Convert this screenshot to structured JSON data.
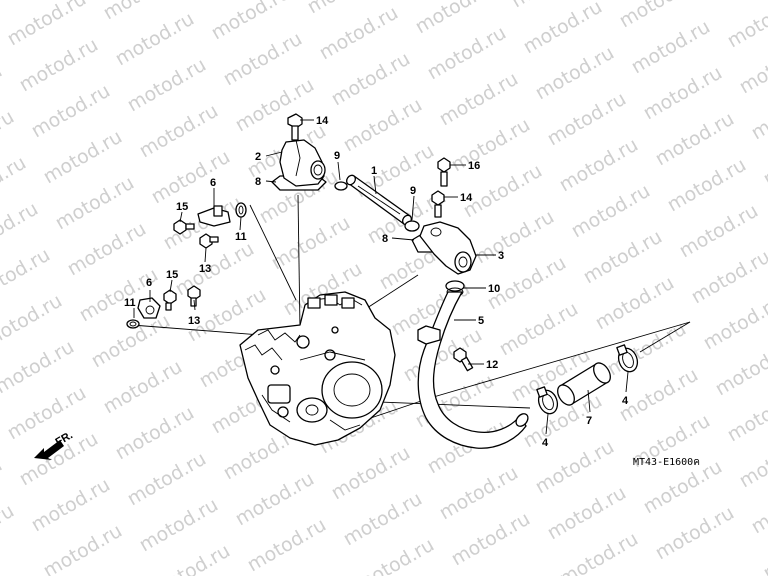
{
  "watermark": "motod.ru",
  "diagram_code": "MT43-E1600ค",
  "front_label": "FR.",
  "callouts": [
    "14",
    "2",
    "8",
    "9",
    "1",
    "16",
    "9",
    "14",
    "6",
    "15",
    "11",
    "13",
    "3",
    "8",
    "10",
    "6",
    "15",
    "11",
    "13",
    "5",
    "12",
    "4",
    "7",
    "4"
  ],
  "colors": {
    "ink": "#000000",
    "watermark": "#cfcfcf",
    "background": "#ffffff"
  }
}
